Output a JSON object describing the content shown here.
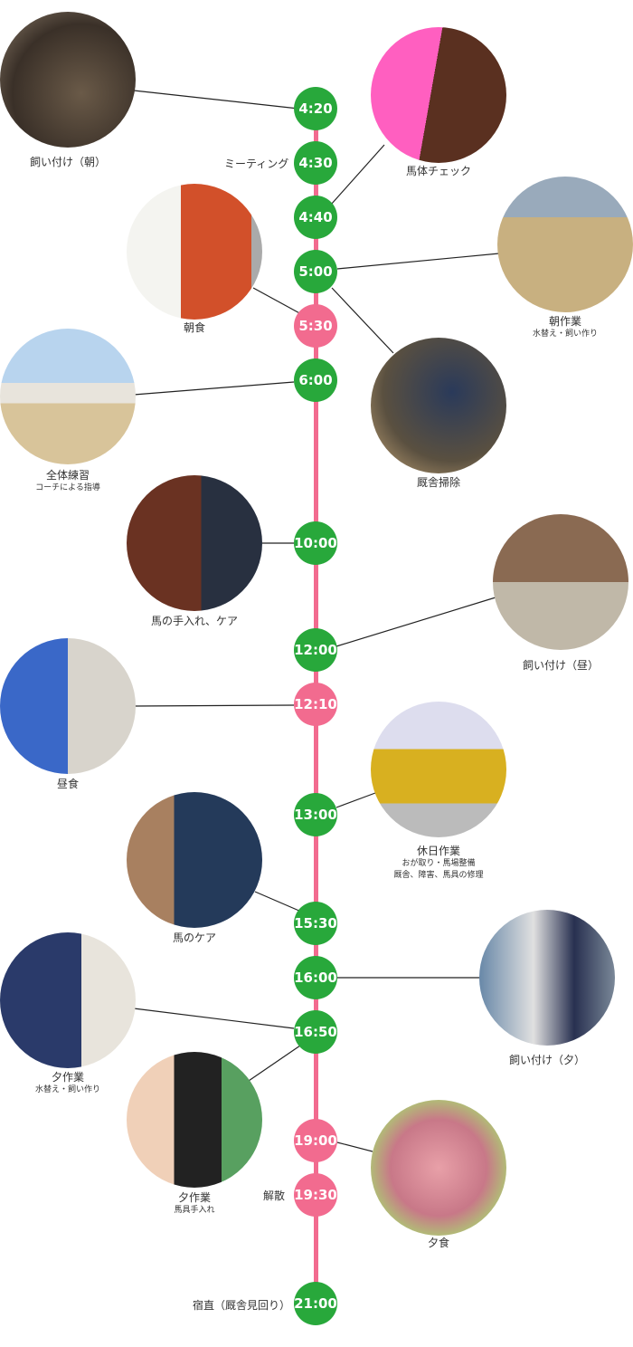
{
  "times": [
    "4:20",
    "4:30",
    "4:40",
    "5:00",
    "5:30",
    "6:00",
    "10:00",
    "12:00",
    "12:10",
    "13:00",
    "15:30",
    "16:00",
    "16:50",
    "19:00",
    "19:30",
    "21:00"
  ],
  "colors": {
    "green": "#28a83b",
    "pink": "#f26b8f"
  },
  "side_labels": {
    "meeting": "ミーティング",
    "dismiss": "解散",
    "night_duty": "宿直（厩舎見回り）"
  },
  "activities": [
    {
      "title": "飼い付け（朝）"
    },
    {
      "title": "馬体チェック"
    },
    {
      "title": "朝食"
    },
    {
      "title": "朝作業",
      "sub": "水替え・飼い作り"
    },
    {
      "title": "全体練習",
      "sub": "コーチによる指導"
    },
    {
      "title": "厩舎掃除"
    },
    {
      "title": "馬の手入れ、ケア"
    },
    {
      "title": "飼い付け（昼）"
    },
    {
      "title": "昼食"
    },
    {
      "title": "休日作業",
      "sub": "おが取り・馬場整備",
      "sub2": "厩舎、障害、馬具の修理"
    },
    {
      "title": "馬のケア"
    },
    {
      "title": "飼い付け（夕）"
    },
    {
      "title": "夕作業",
      "sub": "水替え・飼い作り"
    },
    {
      "title": "夕作業",
      "sub": "馬具手入れ"
    },
    {
      "title": "夕食"
    }
  ]
}
